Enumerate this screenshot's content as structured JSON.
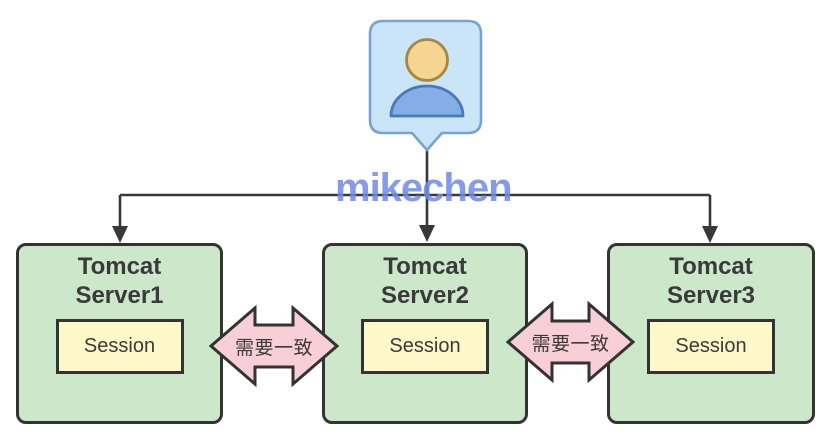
{
  "watermark": "mikechen",
  "user": {
    "icon": "user-callout"
  },
  "servers": [
    {
      "title": "Tomcat Server1",
      "session": "Session"
    },
    {
      "title": "Tomcat Server2",
      "session": "Session"
    },
    {
      "title": "Tomcat Server3",
      "session": "Session"
    }
  ],
  "sync_arrows": [
    {
      "label": "需要一致"
    },
    {
      "label": "需要一致"
    }
  ],
  "palette": {
    "server_fill": "#cde7cb",
    "session_fill": "#fcf8c9",
    "arrow_fill": "#f8cfd7",
    "stroke": "#333333",
    "line": "#383838",
    "title_text": "#3a3a3a",
    "bubble_fill": "#cbe5f8",
    "bubble_stroke": "#7ba0d4",
    "head_fill": "#f6d593",
    "head_stroke": "#a5873d",
    "body_fill": "#86aee6",
    "body_stroke": "#4879bd",
    "watermark": "#6e8ae4"
  }
}
